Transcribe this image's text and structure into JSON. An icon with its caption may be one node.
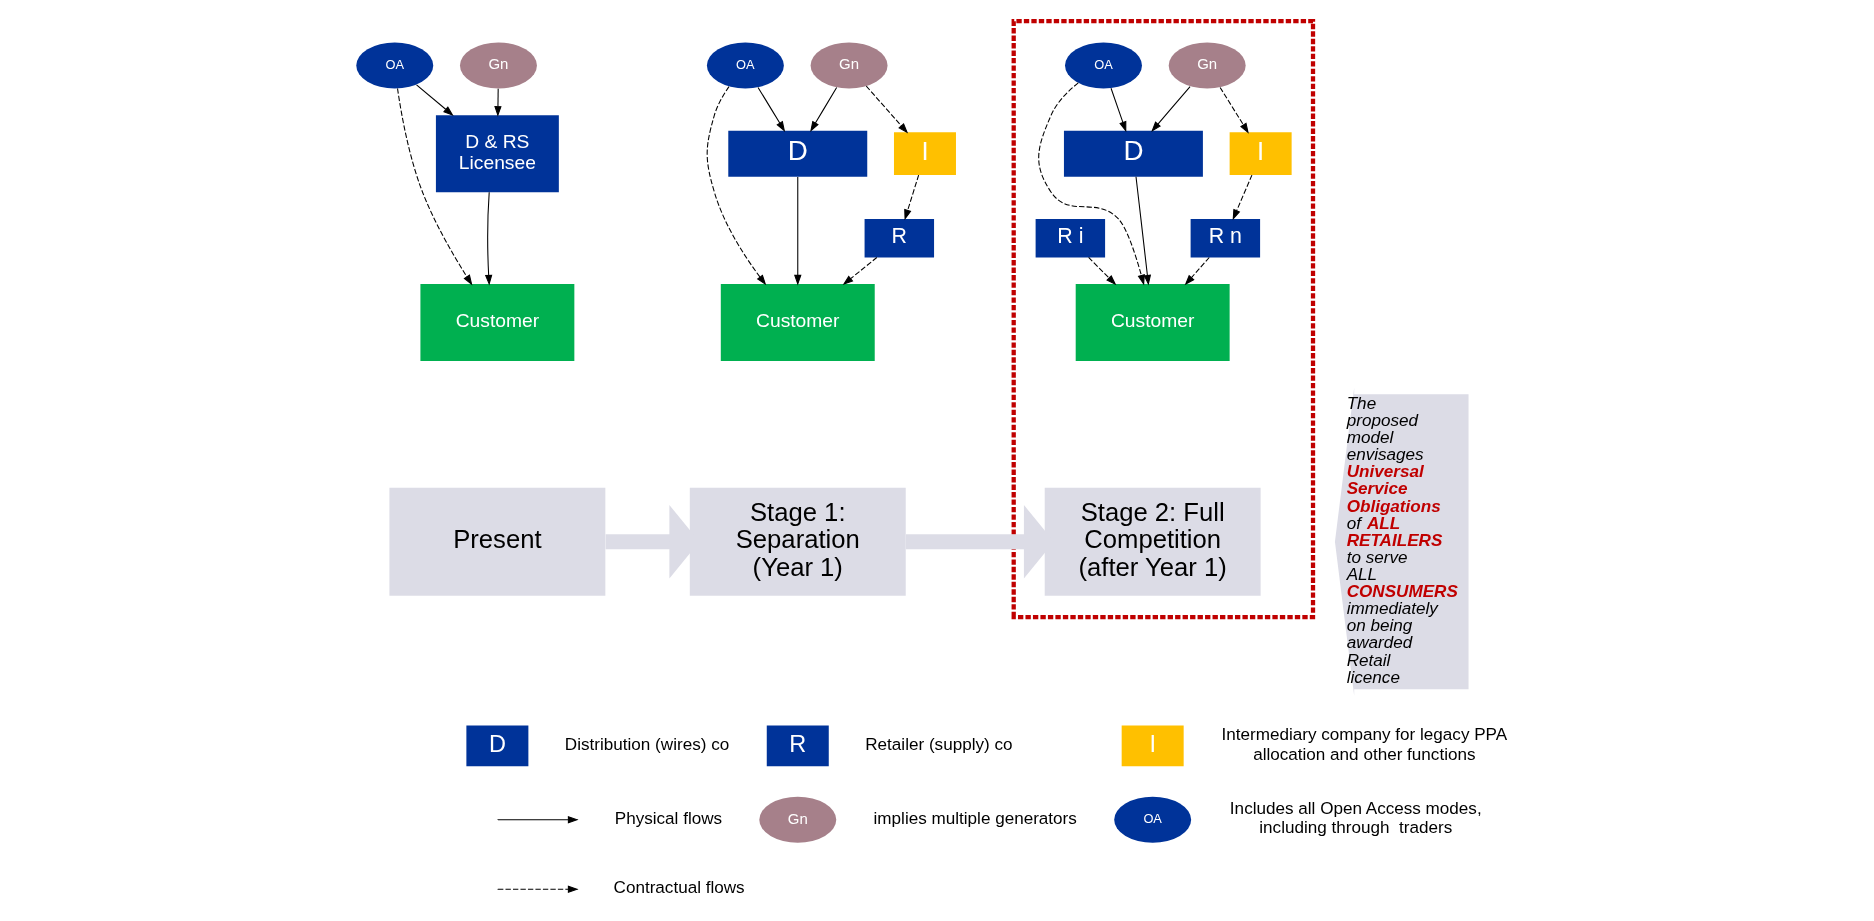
{
  "diagram": {
    "nodes": [
      {
        "text": [
          "OA"
        ]
      },
      {
        "text": [
          "Gn"
        ]
      },
      {
        "text": [
          "D & RS Licensee"
        ]
      },
      {
        "text": [
          "Customer"
        ]
      },
      {
        "text": [
          "Present"
        ]
      },
      {
        "text": [
          "OA"
        ]
      },
      {
        "text": [
          "Gn"
        ]
      },
      {
        "text": [
          "D"
        ]
      },
      {
        "text": [
          "I"
        ]
      },
      {
        "text": [
          "R"
        ]
      },
      {
        "text": [
          "Customer"
        ]
      },
      {
        "text": [
          "Stage 1: Separation (Year 1)"
        ]
      },
      {
        "text": [],
        "shape": "box"
      },
      {
        "text": [
          "OA"
        ],
        "in": 12
      },
      {
        "text": [
          "Gn"
        ],
        "in": 12
      },
      {
        "text": [
          "D"
        ],
        "in": 12
      },
      {
        "text": [
          "I"
        ],
        "in": 12
      },
      {
        "text": [
          "R i"
        ],
        "in": 12
      },
      {
        "text": [
          "R n"
        ],
        "in": 12
      },
      {
        "text": [
          "Customer"
        ],
        "in": 12
      },
      {
        "text": [
          "Stage 2: Full Competition (after Year 1)"
        ],
        "in": 12
      },
      {
        "text": [
          "The proposed model envisages **Universal Service Obligations** of **ALL RETAILERS** to serve ALL **CONSUMERS** immediately on being awarded Retail licence"
        ]
      },
      {
        "text": [
          "D"
        ],
        "beside": [
          "Distribution (wires) co"
        ]
      },
      {
        "text": [
          "R"
        ],
        "beside": [
          "Retailer (supply) co"
        ]
      },
      {
        "text": [
          "I"
        ],
        "beside": [
          "Intermediary company for legacy PPA allocation and other functions"
        ]
      },
      {
        "text": [
          "Gn"
        ],
        "beside": [
          "implies multiple generators"
        ]
      },
      {
        "text": [
          "OA"
        ],
        "beside": [
          "Includes all Open Access modes, including through  traders"
        ]
      }
    ],
    "edges": [
      {
        "from": 0,
        "to": 2,
        "arrow": "to"
      },
      {
        "from": 1,
        "to": 2,
        "arrow": "to"
      },
      {
        "from": 2,
        "to": 3,
        "arrow": "to"
      },
      {
        "from": 0,
        "to": 3,
        "arrow": "to",
        "style": "dashed"
      },
      {
        "from": 5,
        "to": 7,
        "arrow": "to"
      },
      {
        "from": 6,
        "to": 7,
        "arrow": "to"
      },
      {
        "from": 6,
        "to": 8,
        "arrow": "to",
        "style": "dashed"
      },
      {
        "from": 8,
        "to": 9,
        "arrow": "to",
        "style": "dashed"
      },
      {
        "from": 7,
        "to": 10,
        "arrow": "to"
      },
      {
        "from": 9,
        "to": 10,
        "arrow": "to",
        "style": "dashed"
      },
      {
        "from": 5,
        "to": 10,
        "arrow": "to",
        "style": "dashed"
      },
      {
        "from": 13,
        "to": 15,
        "arrow": "to"
      },
      {
        "from": 14,
        "to": 15,
        "arrow": "to"
      },
      {
        "from": 14,
        "to": 16,
        "arrow": "to",
        "style": "dashed"
      },
      {
        "from": 16,
        "to": 18,
        "arrow": "to",
        "style": "dashed"
      },
      {
        "from": 15,
        "to": 19,
        "arrow": "to"
      },
      {
        "from": 17,
        "to": 19,
        "arrow": "to",
        "style": "dashed"
      },
      {
        "from": 18,
        "to": 19,
        "arrow": "to",
        "style": "dashed"
      },
      {
        "from": 13,
        "to": 19,
        "arrow": "to",
        "style": "dashed"
      },
      {
        "from": 4,
        "to": 11,
        "arrow": "to",
        "style": "thick",
        "color": "#dcdce6"
      },
      {
        "from": 11,
        "to": 20,
        "arrow": "to",
        "style": "thick",
        "color": "#dcdce6"
      }
    ],
    "legend": [
      {
        "text": "Physical flows"
      },
      {
        "text": "Contractual flows"
      }
    ]
  }
}
